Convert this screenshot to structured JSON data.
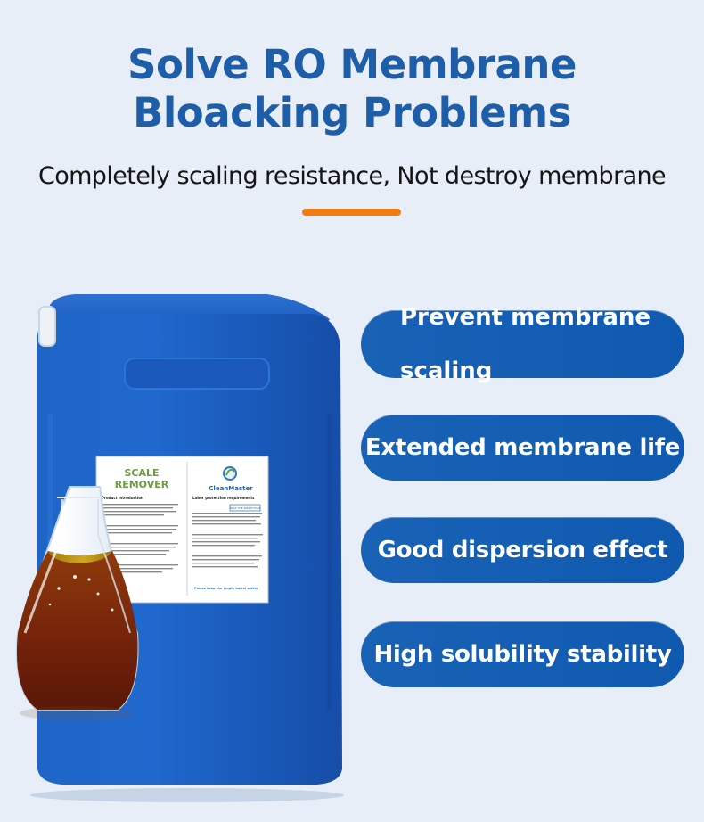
{
  "header": {
    "title_line_1": "Solve RO Membrane",
    "title_line_2": "Bloacking Problems",
    "subtitle": "Completely scaling resistance, Not destroy membrane"
  },
  "colors": {
    "background": "#e7eef7",
    "title": "#1e5ea8",
    "accent": "#f07c12",
    "pill": "#1962b6",
    "drum": "#1c5fc4",
    "liquid": "#7a2a09"
  },
  "product_label": {
    "name_line_1": "SCALE",
    "name_line_2": "REMOVER",
    "brand": "CleanMaster",
    "product_intro_heading": "Product introduction",
    "labor_protection_heading": "Labor protection requirements",
    "inspection_badge": "PASS THE INSPECTION",
    "storage_note": "Please keep the empty barrel safely"
  },
  "features": [
    {
      "line_1": "Prevent membrane",
      "line_2": "scaling"
    },
    {
      "label": "Extended membrane life"
    },
    {
      "label": "Good dispersion effect"
    },
    {
      "label": "High solubility stability"
    }
  ]
}
